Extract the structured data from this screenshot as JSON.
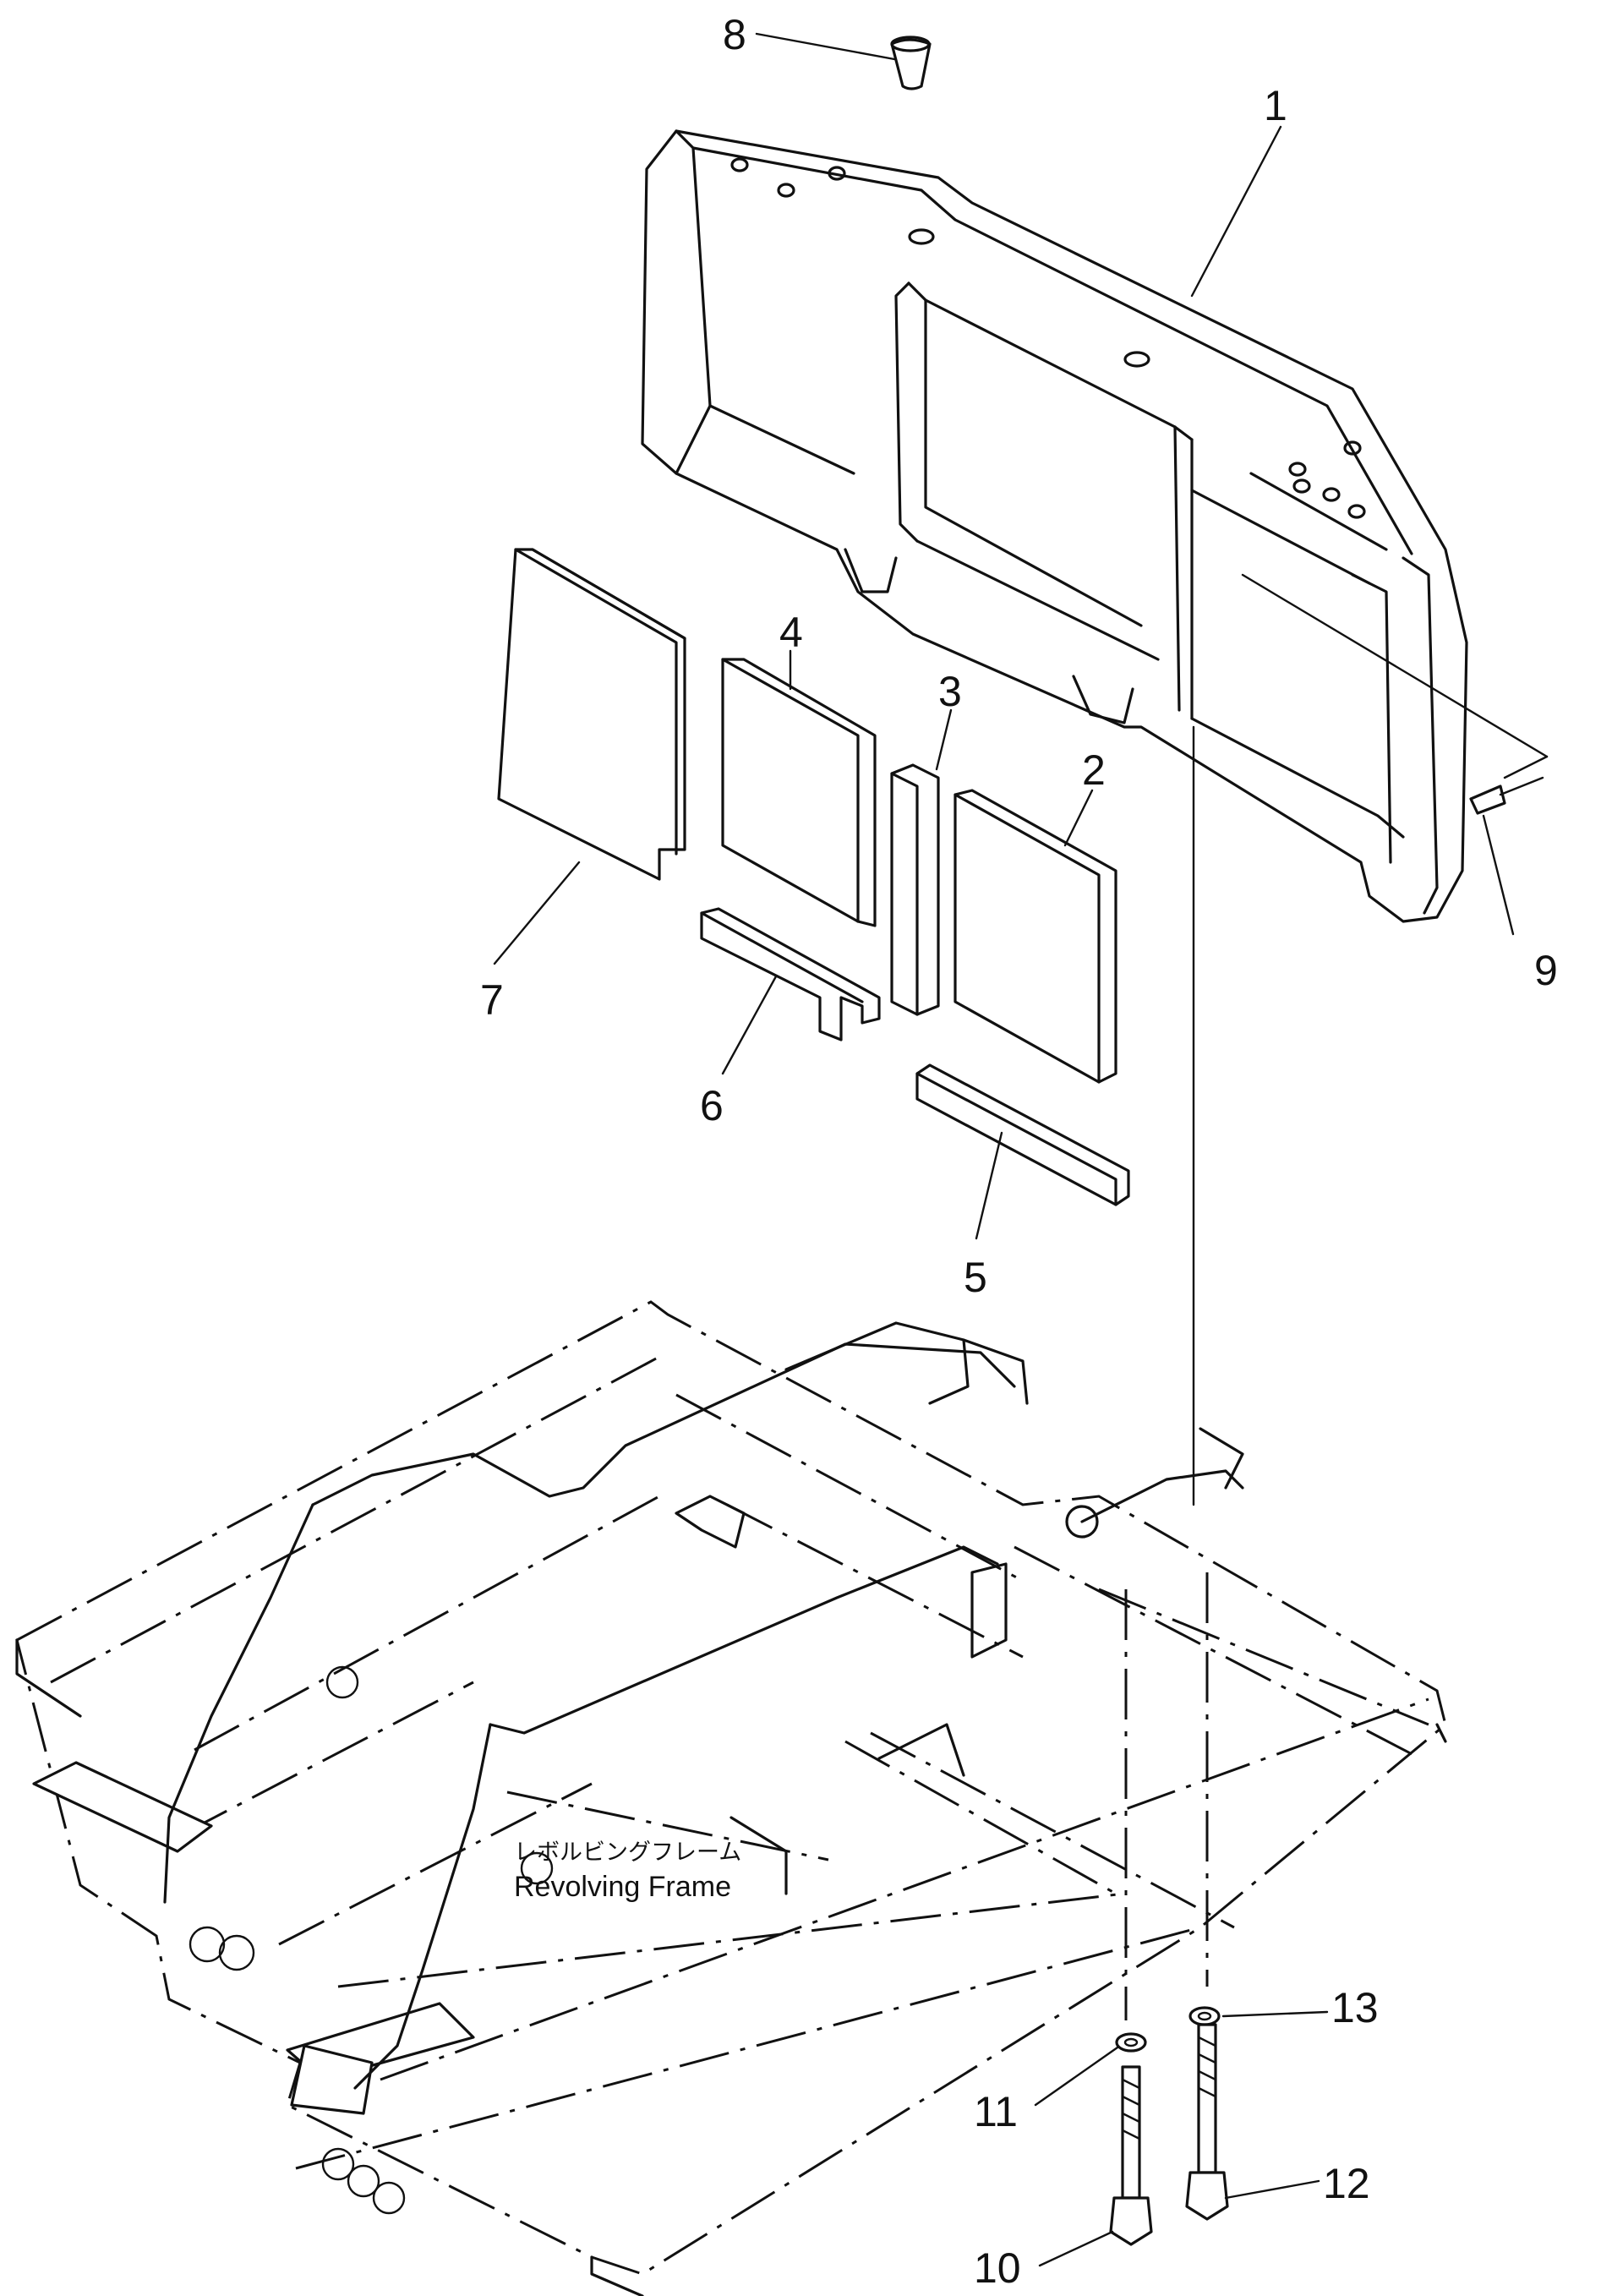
{
  "diagram": {
    "callouts": [
      {
        "id": "p1",
        "label": "1"
      },
      {
        "id": "p2",
        "label": "2"
      },
      {
        "id": "p3",
        "label": "3"
      },
      {
        "id": "p4",
        "label": "4"
      },
      {
        "id": "p5",
        "label": "5"
      },
      {
        "id": "p6",
        "label": "6"
      },
      {
        "id": "p7",
        "label": "7"
      },
      {
        "id": "p8",
        "label": "8"
      },
      {
        "id": "p9",
        "label": "9"
      },
      {
        "id": "p10",
        "label": "10"
      },
      {
        "id": "p11",
        "label": "11"
      },
      {
        "id": "p12",
        "label": "12"
      },
      {
        "id": "p13",
        "label": "13"
      }
    ],
    "frame_label_jp": "レボルビングフレーム",
    "frame_label_en": "Revolving Frame"
  }
}
